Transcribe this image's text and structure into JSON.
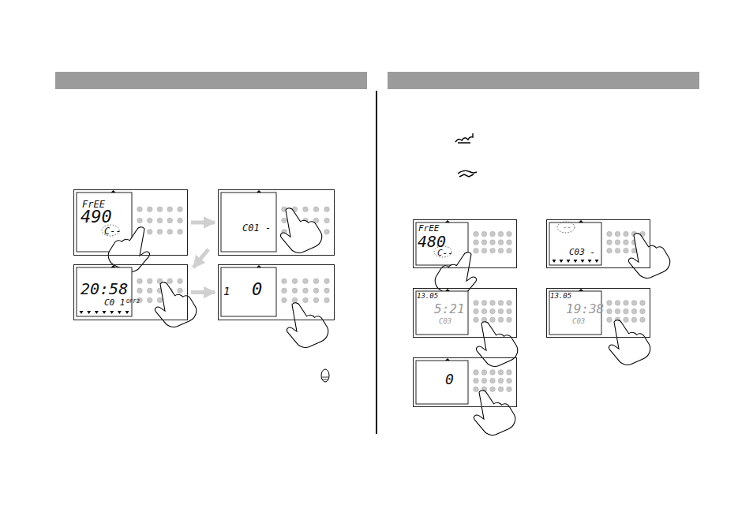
{
  "diagram": {
    "nodes": [
      {
        "text": [
          "FrEE",
          "490",
          "C--"
        ]
      },
      {
        "text": [
          "C01 -"
        ]
      },
      {
        "text": [
          "20:58",
          "C0 1",
          "OFF2"
        ]
      },
      {
        "text": [
          "1",
          "0"
        ]
      },
      {
        "text": [
          "FrEE",
          "480",
          "C--"
        ]
      },
      {
        "text": [
          "--",
          "C03 -"
        ]
      },
      {
        "text": [
          "13.05",
          "5:21",
          "C03"
        ]
      },
      {
        "text": [
          "13.05",
          "19:38",
          "C03"
        ]
      },
      {
        "text": [
          "0"
        ]
      }
    ],
    "edges": [
      {
        "from": 0,
        "to": 1,
        "arrow": "to"
      },
      {
        "from": 1,
        "to": 2,
        "arrow": "to"
      },
      {
        "from": 2,
        "to": 3,
        "arrow": "to"
      }
    ]
  }
}
